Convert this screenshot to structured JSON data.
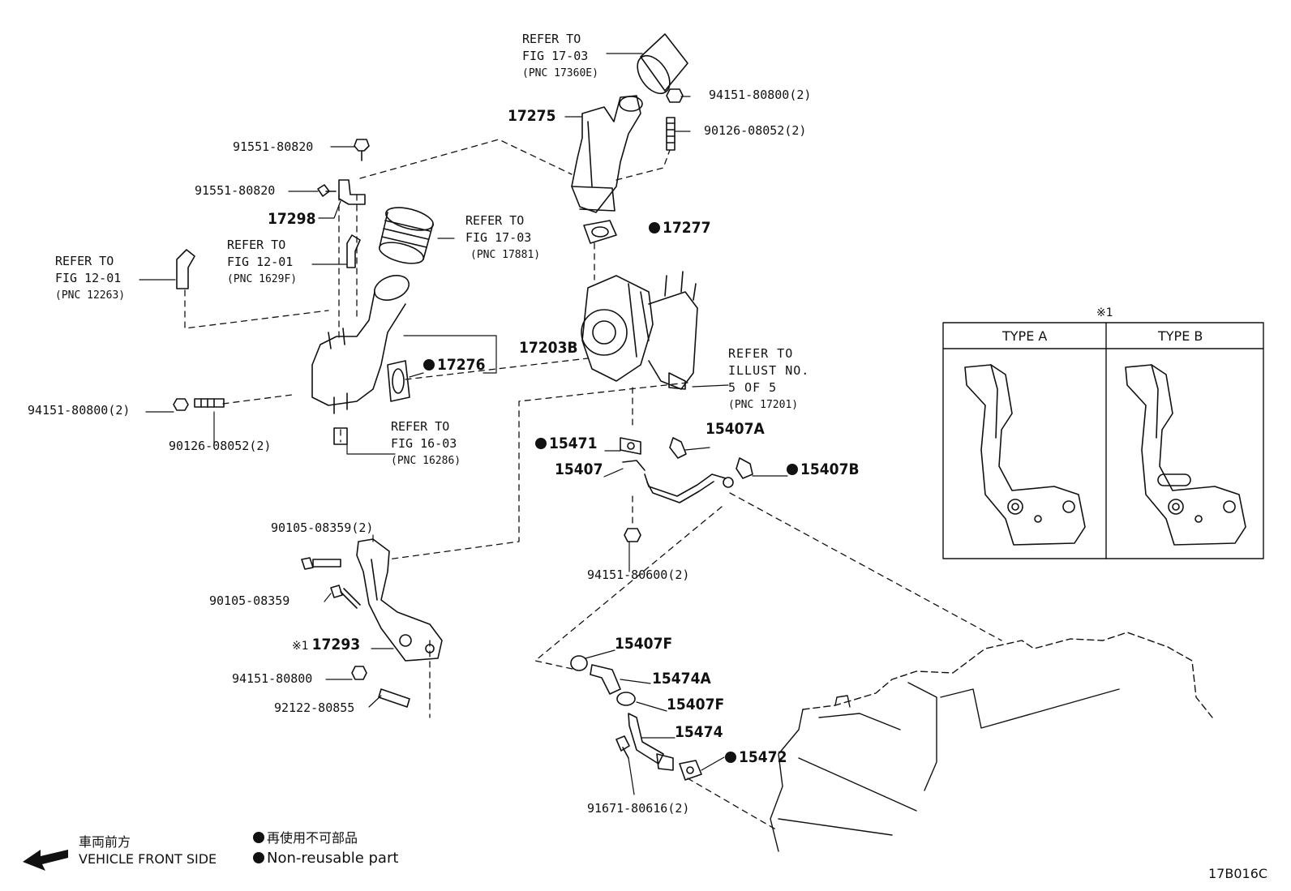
{
  "labels": {
    "p17275": "17275",
    "p17277": "17277",
    "p17298": "17298",
    "p17203B": "17203B",
    "p17276": "17276",
    "p15407A": "15407A",
    "p15471": "15471",
    "p15407": "15407",
    "p15407B": "15407B",
    "p15407F_1": "15407F",
    "p15474A": "15474A",
    "p15407F_2": "15407F",
    "p15474": "15474",
    "p15472": "15472",
    "p17293": "17293",
    "n94151_80800_2_top": "94151-80800(2)",
    "n90126_08052_2_top": "90126-08052(2)",
    "n91551_80820_a": "91551-80820",
    "n91551_80820_b": "91551-80820",
    "n94151_80800_2_left": "94151-80800(2)",
    "n90126_08052_2_left": "90126-08052(2)",
    "n90105_08359_2": "90105-08359(2)",
    "n90105_08359": "90105-08359",
    "n94151_80800": "94151-80800",
    "n92122_80855": "92122-80855",
    "n94151_80600_2": "94151-80600(2)",
    "n91671_80616_2": "91671-80616(2)",
    "mark_17293": "※1"
  },
  "refs": {
    "r1": [
      "REFER TO",
      "FIG 17-03",
      "(PNC 17360E)"
    ],
    "r2": [
      "REFER TO",
      "FIG 17-03",
      "(PNC 17881)"
    ],
    "r3": [
      "REFER TO",
      "FIG 12-01",
      "(PNC 1629F)"
    ],
    "r4": [
      "REFER TO",
      "FIG 12-01",
      "(PNC 12263)"
    ],
    "r5": [
      "REFER TO",
      "ILLUST NO.",
      "5 OF 5",
      "(PNC 17201)"
    ],
    "r6": [
      "REFER TO",
      "FIG 16-03",
      "(PNC 16286)"
    ]
  },
  "inset": {
    "mark": "※1",
    "type_a": "TYPE A",
    "type_b": "TYPE B"
  },
  "legend": {
    "front_jp": "車両前方",
    "front_en": "VEHICLE FRONT SIDE",
    "nonreuse_jp": "再使用不可部品",
    "nonreuse_en": "Non-reusable part"
  },
  "figure_code": "17B016C",
  "colors": {
    "ink": "#111111",
    "background": "#ffffff"
  }
}
